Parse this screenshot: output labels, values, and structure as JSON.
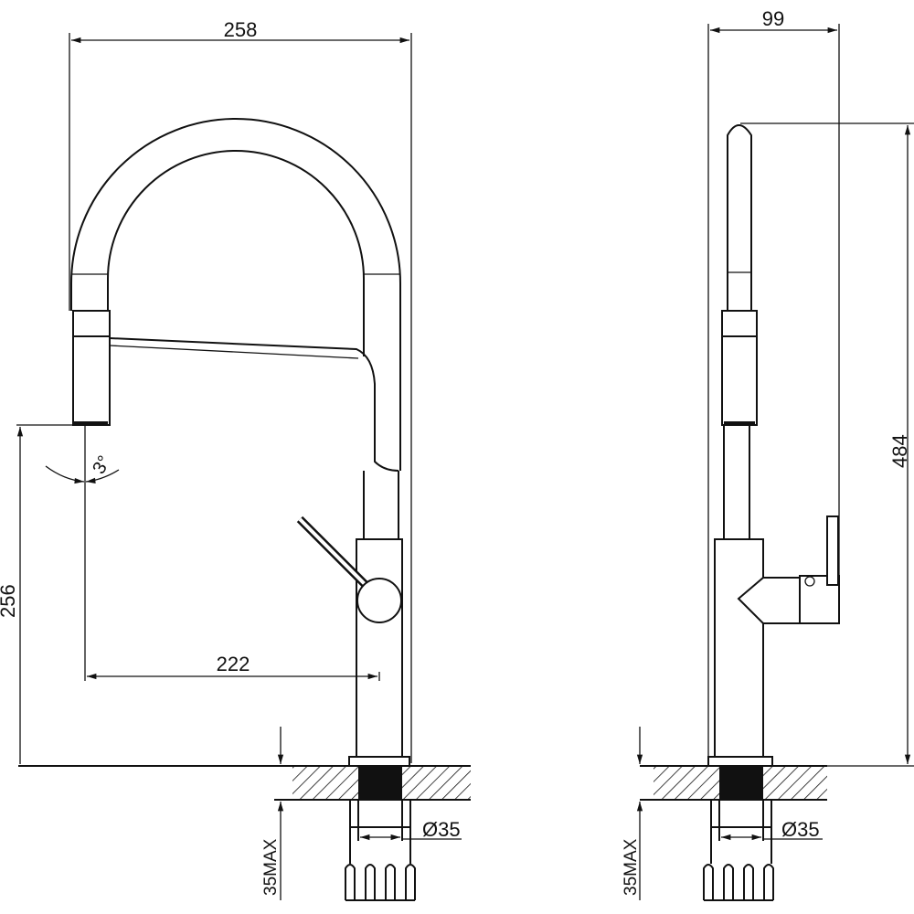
{
  "drawing": {
    "front_view": {
      "width_label": "258",
      "spout_height_label": "256",
      "reach_label": "222",
      "swivel_angle_label": "3°",
      "counter_thickness_label": "35MAX",
      "hole_diameter_label": "Ø35"
    },
    "side_view": {
      "depth_label": "99",
      "total_height_label": "484",
      "counter_thickness_label": "35MAX",
      "hole_diameter_label": "Ø35"
    },
    "colors": {
      "line": "#111111",
      "background": "#ffffff"
    }
  }
}
